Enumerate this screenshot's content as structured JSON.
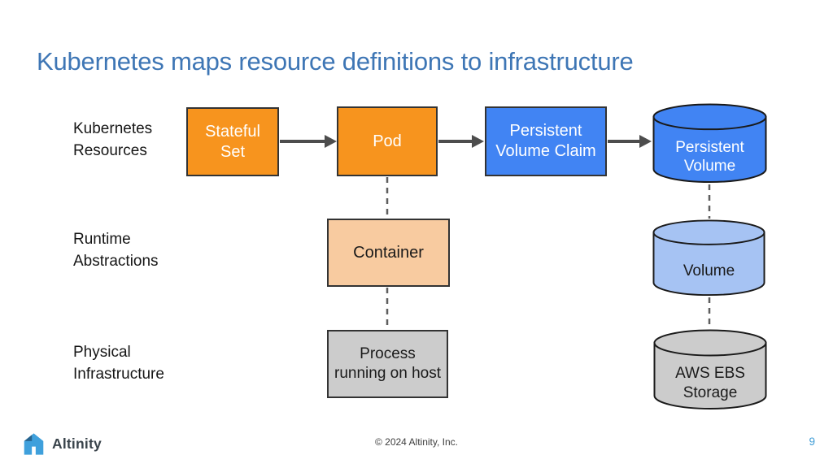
{
  "title": "Kubernetes maps resource definitions to infrastructure",
  "row_labels": {
    "kubernetes_resources": "Kubernetes Resources",
    "runtime_abstractions": "Runtime Abstractions",
    "physical_infrastructure": "Physical Infrastructure"
  },
  "nodes": {
    "stateful_set": {
      "label": "Stateful Set"
    },
    "pod": {
      "label": "Pod"
    },
    "persistent_volume_claim": {
      "label": "Persistent Volume Claim"
    },
    "persistent_volume": {
      "label": "Persistent Volume"
    },
    "container": {
      "label": "Container"
    },
    "volume": {
      "label": "Volume"
    },
    "process": {
      "label": "Process running on host"
    },
    "aws_ebs": {
      "label": "AWS EBS Storage"
    }
  },
  "colors": {
    "orange": "#F7941E",
    "light_orange": "#F8CBA0",
    "blue": "#4184F3",
    "light_blue": "#A6C3F3",
    "gray": "#CCCCCC",
    "title_blue": "#3E76B5",
    "arrow_gray": "#4D4D4D",
    "page_blue": "#3E9CD6",
    "logo_blue": "#3FA0DC",
    "logo_fold": "#27648F"
  },
  "footer": {
    "logo_text": "Altinity",
    "copyright": "© 2024 Altinity, Inc.",
    "page_number": "9"
  }
}
